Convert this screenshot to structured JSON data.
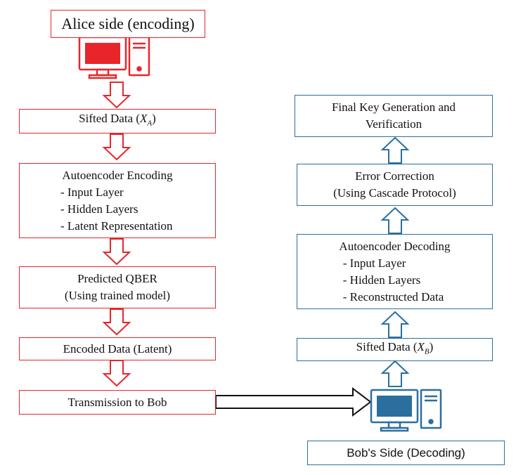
{
  "alice": {
    "title": "Alice side (encoding)",
    "steps": {
      "sifted": {
        "prefix": "Sifted Data (",
        "var": "X",
        "sub": "A",
        "suffix": ")"
      },
      "autoenc": {
        "heading": "Autoencoder Encoding",
        "items": [
          "- Input Layer",
          "- Hidden Layers",
          "- Latent Representation"
        ]
      },
      "qber": {
        "line1": "Predicted QBER",
        "line2": "(Using trained model)"
      },
      "encoded": "Encoded Data (Latent)",
      "transmission": "Transmission to Bob"
    }
  },
  "bob": {
    "title": "Bob's Side (Decoding)",
    "steps": {
      "sifted": {
        "prefix": "Sifted Data (",
        "var": "X",
        "sub": "B",
        "suffix": ")"
      },
      "autodec": {
        "heading": "Autoencoder Decoding",
        "items": [
          "- Input Layer",
          "- Hidden Layers",
          "- Reconstructed Data"
        ]
      },
      "error": {
        "line1": "Error Correction",
        "line2": "(Using Cascade Protocol)"
      },
      "final": {
        "line1": "Final Key Generation and",
        "line2": "Verification"
      }
    }
  },
  "colors": {
    "alice": "#e8262a",
    "bob": "#2b6f9e"
  },
  "icons": {
    "alice_computer": "computer-icon",
    "bob_computer": "computer-icon"
  }
}
